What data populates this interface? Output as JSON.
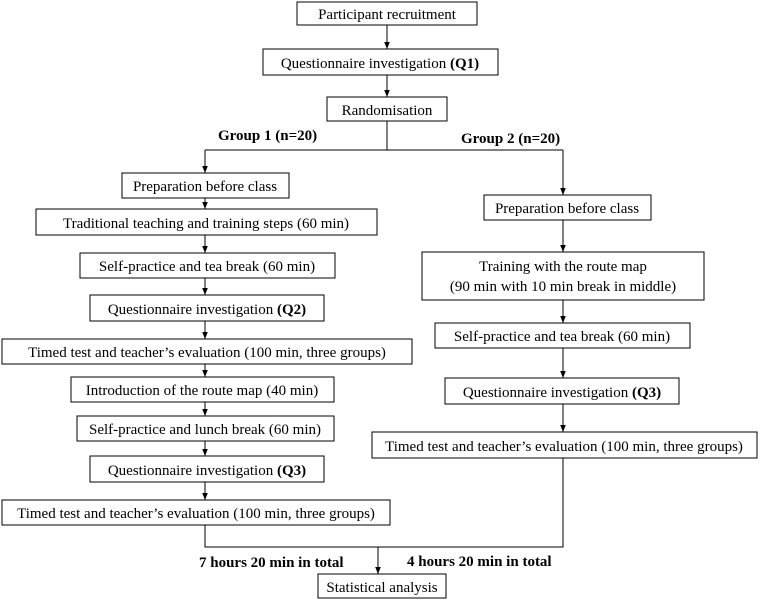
{
  "nodes": {
    "recruitment": "Participant recruitment",
    "q1_text": "Questionnaire investigation ",
    "q1_bold": "(Q1)",
    "randomisation": "Randomisation",
    "g1_prep": "Preparation before class",
    "g1_trad": "Traditional teaching and training steps (60 min)",
    "g1_selfprac_tea": "Self-practice and tea break (60 min)",
    "g1_q2_text": "Questionnaire investigation ",
    "g1_q2_bold": "(Q2)",
    "g1_timed1": "Timed test and teacher’s evaluation (100 min, three groups)",
    "g1_intro_map": "Introduction of the route map (40 min)",
    "g1_selfprac_lunch": "Self-practice and lunch break (60 min)",
    "g1_q3_text": "Questionnaire investigation ",
    "g1_q3_bold": "(Q3)",
    "g1_timed2": "Timed test and teacher’s evaluation  (100 min, three groups)",
    "g2_prep": "Preparation before class",
    "g2_training_line1": "Training with the route map",
    "g2_training_line2": "(90 min with 10 min break in middle)",
    "g2_selfprac_tea": "Self-practice and tea break (60 min)",
    "g2_q3_text": "Questionnaire investigation ",
    "g2_q3_bold": "(Q3)",
    "g2_timed": "Timed test and teacher’s evaluation (100 min, three groups)",
    "stats": "Statistical analysis"
  },
  "labels": {
    "group1": "Group 1 (n=20)",
    "group2": "Group 2 (n=20)",
    "total1": "7 hours 20 min in total",
    "total2": "4 hours 20 min in total"
  }
}
